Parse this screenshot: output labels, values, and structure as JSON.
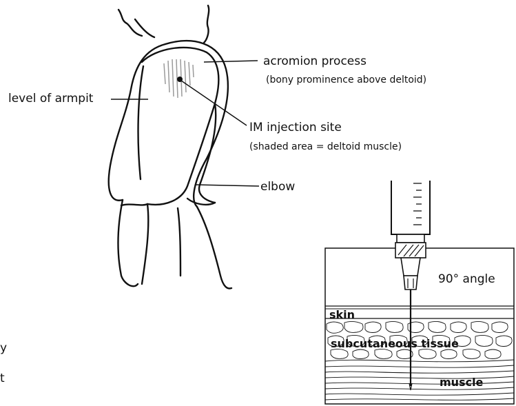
{
  "labels": {
    "acromion": "acromion process",
    "acromion_note": "(bony prominence above deltoid)",
    "armpit": "level of armpit",
    "site": "IM injection site",
    "site_note": "(shaded area = deltoid muscle)",
    "elbow": "elbow",
    "angle": "90° angle",
    "skin": "skin",
    "subcutaneous": "subcutaneous tissue",
    "muscle": "muscle",
    "edge_char_1": "y",
    "edge_char_2": "t"
  },
  "colors": {
    "ink": "#111111",
    "shade": "#9a9a9a",
    "background": "#ffffff"
  }
}
